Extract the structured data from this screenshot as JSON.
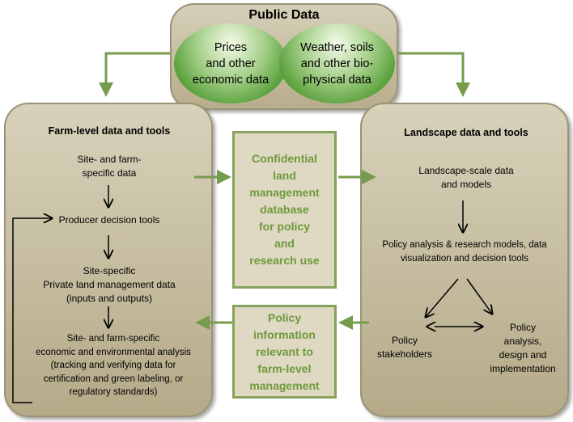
{
  "public_data": {
    "title": "Public Data",
    "prices": [
      "Prices",
      "and other",
      "economic data"
    ],
    "weather": [
      "Weather, soils",
      "and other bio-",
      "physical data"
    ]
  },
  "farm": {
    "title": "Farm-level data and tools",
    "site_farm_data": [
      "Site- and farm-",
      "specific data"
    ],
    "decision_tools": "Producer decision tools",
    "private_data": [
      "Site-specific",
      "Private land management data",
      "(inputs and outputs)"
    ],
    "analysis": [
      "Site- and farm-specific",
      "economic and environmental analysis",
      "(tracking and verifying data for",
      "certification and green labeling, or",
      "regulatory standards)"
    ]
  },
  "center": {
    "confidential": [
      "Confidential",
      "land",
      "management",
      "database",
      "for policy",
      "and",
      "research use"
    ],
    "policy_info": [
      "Policy",
      "information",
      "relevant to",
      "farm-level",
      "management"
    ]
  },
  "landscape": {
    "title": "Landscape data and tools",
    "scale_data": [
      "Landscape-scale data",
      "and models"
    ],
    "policy_models": [
      "Policy analysis & research models, data",
      "visualization and decision tools"
    ],
    "stakeholders": [
      "Policy",
      "stakeholders"
    ],
    "implementation": [
      "Policy",
      "analysis,",
      "design and",
      "implementation"
    ]
  },
  "colors": {
    "green_arrow": "#779b4c",
    "box_border": "#86a35b",
    "box_text": "#6e9a3c",
    "panel": "#c8bf9f"
  }
}
